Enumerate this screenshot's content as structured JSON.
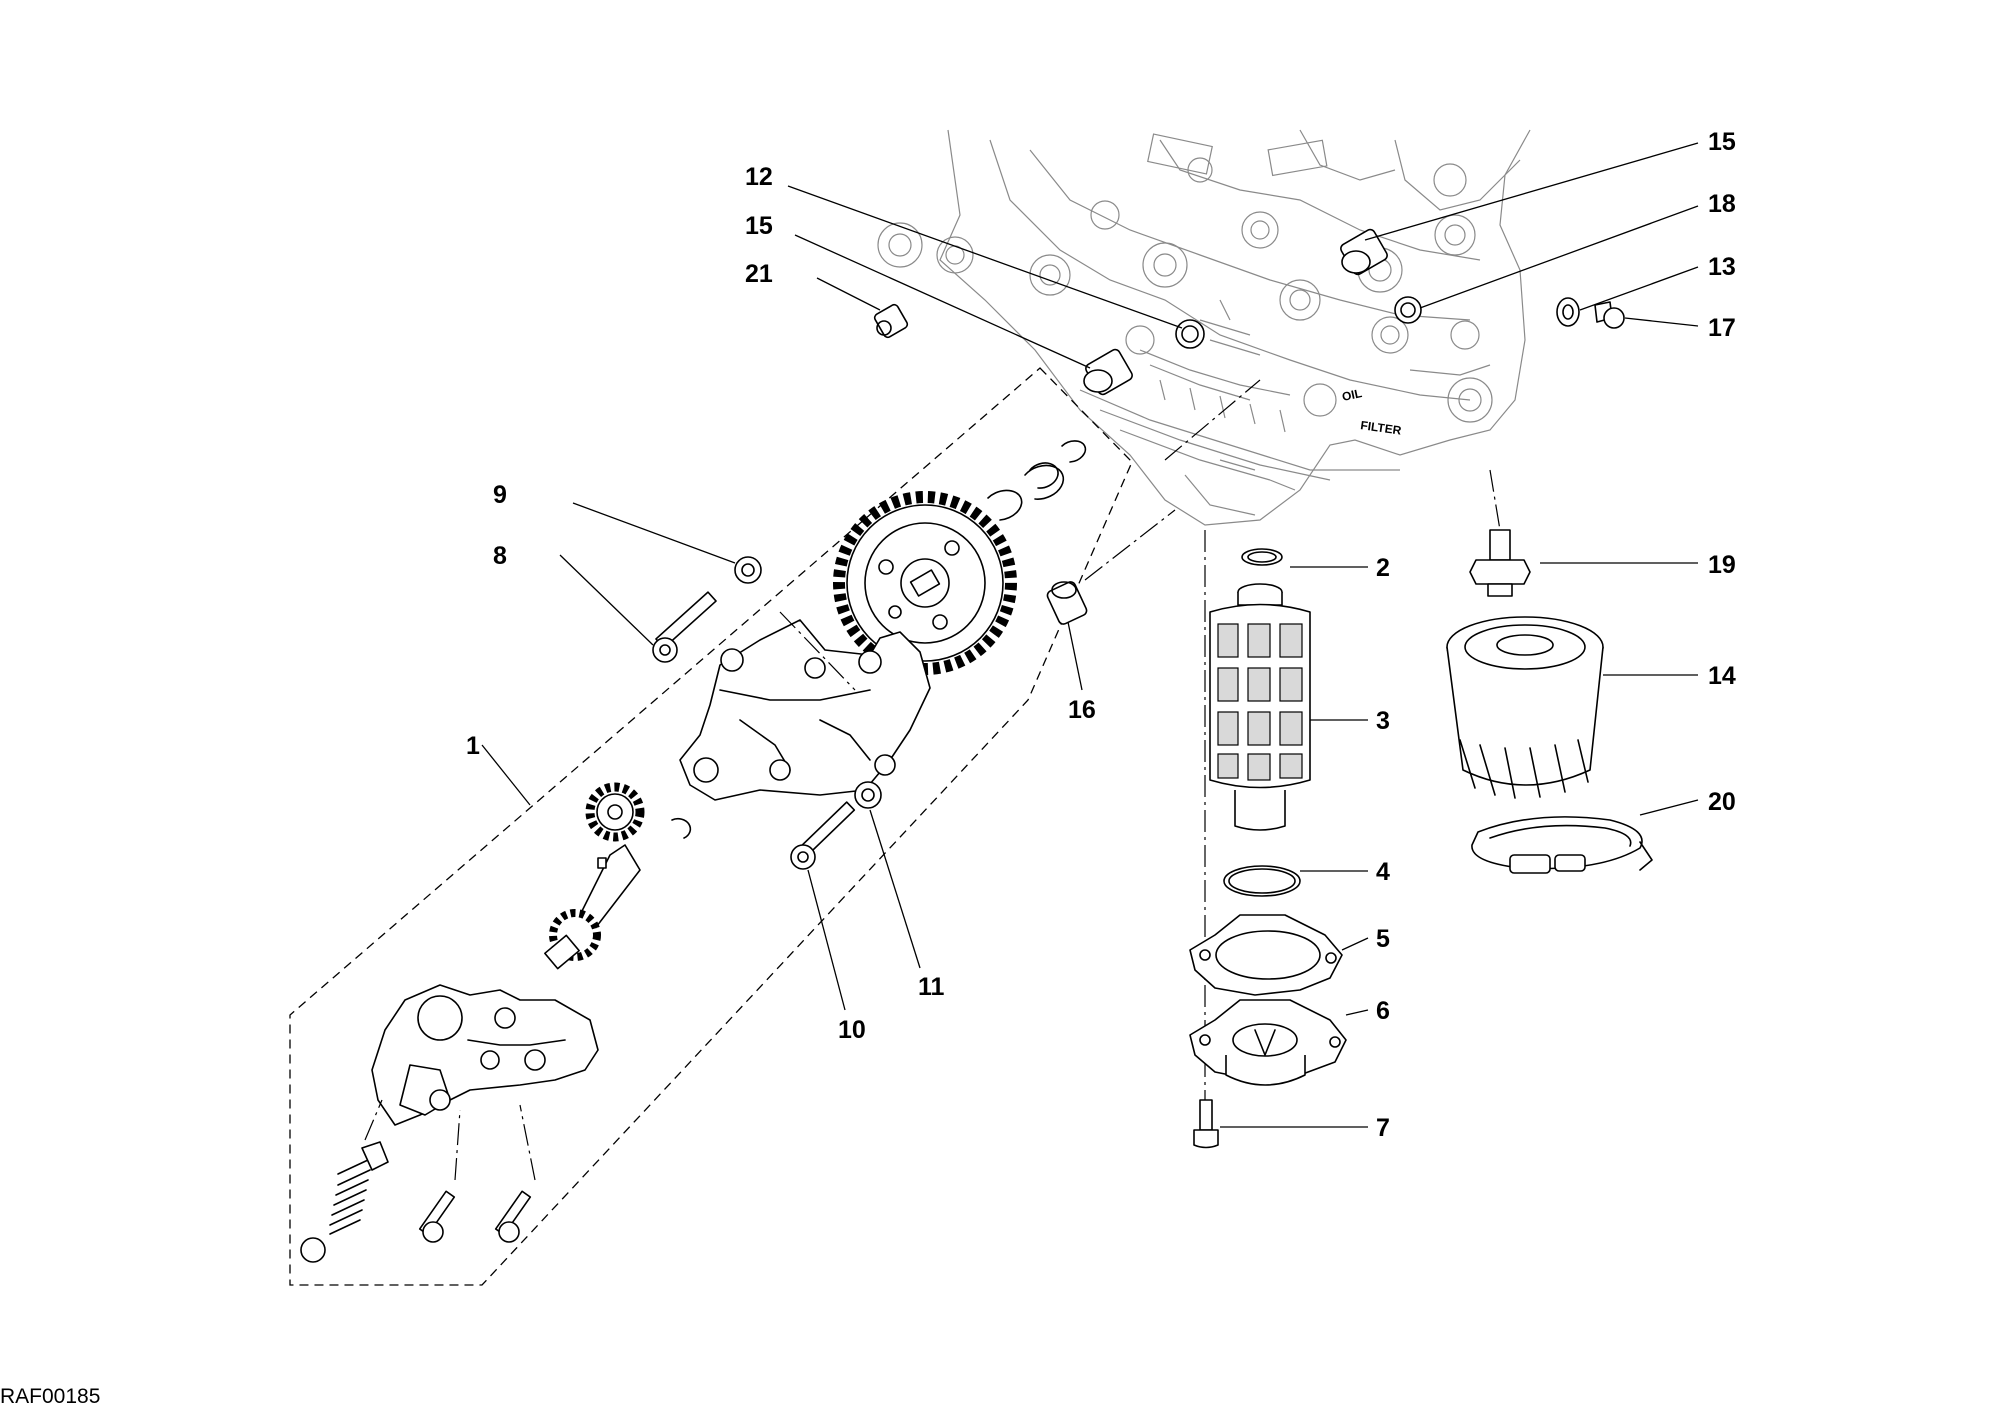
{
  "diagram": {
    "drawing_code": "RAF00185",
    "callouts": [
      "1",
      "2",
      "3",
      "4",
      "5",
      "6",
      "7",
      "8",
      "9",
      "10",
      "11",
      "12",
      "13",
      "14",
      "15",
      "15",
      "16",
      "17",
      "18",
      "19",
      "20",
      "21"
    ],
    "engine_labels": {
      "oil": "OIL",
      "filter": "FILTER"
    },
    "colors": {
      "ink": "#000000",
      "ghost_lines": "#8a8a8a",
      "mesh_fill": "#d9d9d9",
      "background": "#ffffff"
    }
  }
}
